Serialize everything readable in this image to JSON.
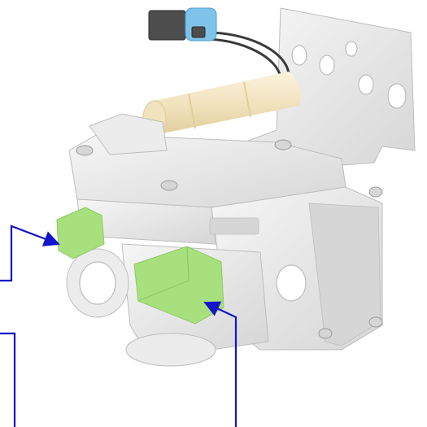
{
  "diagram": {
    "subject": "valve-assembly-illustration",
    "colors": {
      "background": "#ffffff",
      "body": "#ececec",
      "body_shadow": "#d6d6d6",
      "body_edge": "#bdbdbd",
      "highlight": "#a8e07e",
      "highlight_edge": "#8cc964",
      "arrow": "#1414c8",
      "cylinder": "#f2e3bf",
      "cylinder_shadow": "#e2cf9e",
      "connector_blue": "#7fc3ea",
      "connector_dark": "#4d4d4d",
      "cable": "#3a3a3a"
    },
    "components": [
      {
        "id": "electrical-connector",
        "icon": "plug-icon"
      },
      {
        "id": "mounting-bracket",
        "icon": "bracket-icon"
      },
      {
        "id": "solenoid-cylinder",
        "icon": "cylinder-icon"
      },
      {
        "id": "valve-body",
        "icon": "valve-icon"
      },
      {
        "id": "left-highlighted-port",
        "icon": "port-icon",
        "highlighted": true
      },
      {
        "id": "front-highlighted-port",
        "icon": "port-icon",
        "highlighted": true
      }
    ],
    "callouts": [
      {
        "id": "callout-left-port",
        "target": "left-highlighted-port"
      },
      {
        "id": "callout-front-port",
        "target": "front-highlighted-port"
      },
      {
        "id": "callout-lower-left",
        "target": "none"
      }
    ]
  }
}
